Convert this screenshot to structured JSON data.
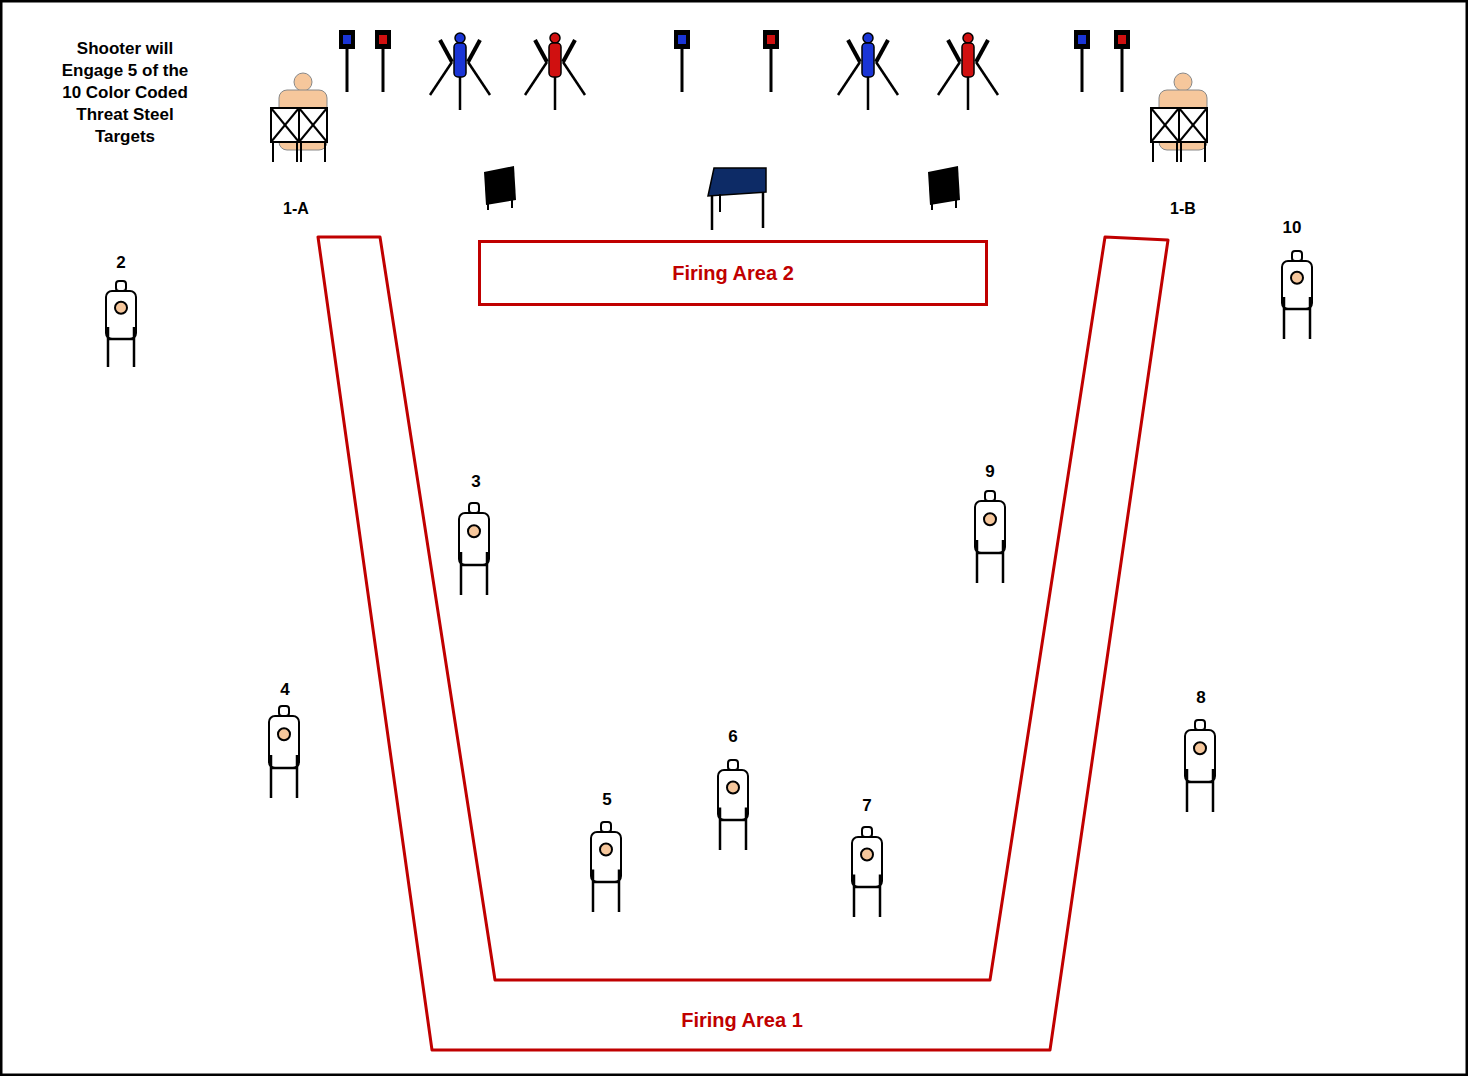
{
  "diagram": {
    "nodes": [
      {
        "text": [
          "Firing Area 2"
        ]
      },
      {
        "text": [
          "Firing Area 1"
        ]
      }
    ],
    "labels": [
      "Shooter will Engage 5 of the 10 Color Coded Threat Steel Targets",
      "1-A",
      "1-B",
      "10",
      "2",
      "3",
      "9",
      "4",
      "8",
      "6",
      "5",
      "7"
    ]
  }
}
